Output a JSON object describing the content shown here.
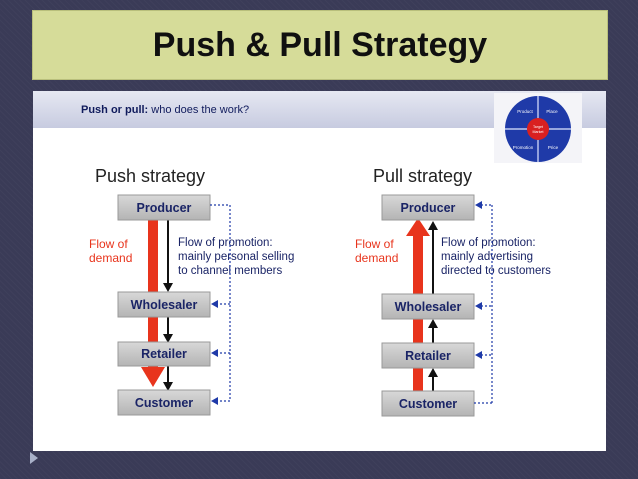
{
  "title": "Push & Pull Strategy",
  "banner": {
    "bold": "Push or pull:",
    "rest": " who does the work?"
  },
  "logo": {
    "product": "Product",
    "place": "Place",
    "promotion": "Promotion",
    "price": "Price",
    "center_line1": "Target",
    "center_line2": "Market"
  },
  "push": {
    "heading": "Push strategy",
    "boxes": [
      "Producer",
      "Wholesaler",
      "Retailer",
      "Customer"
    ],
    "demand_line1": "Flow of",
    "demand_line2": "demand",
    "promo_line1": "Flow of promotion:",
    "promo_line2": "mainly personal selling",
    "promo_line3": "to channel members"
  },
  "pull": {
    "heading": "Pull strategy",
    "boxes": [
      "Producer",
      "Wholesaler",
      "Retailer",
      "Customer"
    ],
    "demand_line1": "Flow of",
    "demand_line2": "demand",
    "promo_line1": "Flow of promotion:",
    "promo_line2": "mainly advertising",
    "promo_line3": "directed to customers"
  },
  "colors": {
    "title_bg": "#d6dc99",
    "demand_red": "#e8341c",
    "box_gray": "#c3c3c3",
    "text_navy": "#1a2466",
    "background": "#3a3b57"
  }
}
